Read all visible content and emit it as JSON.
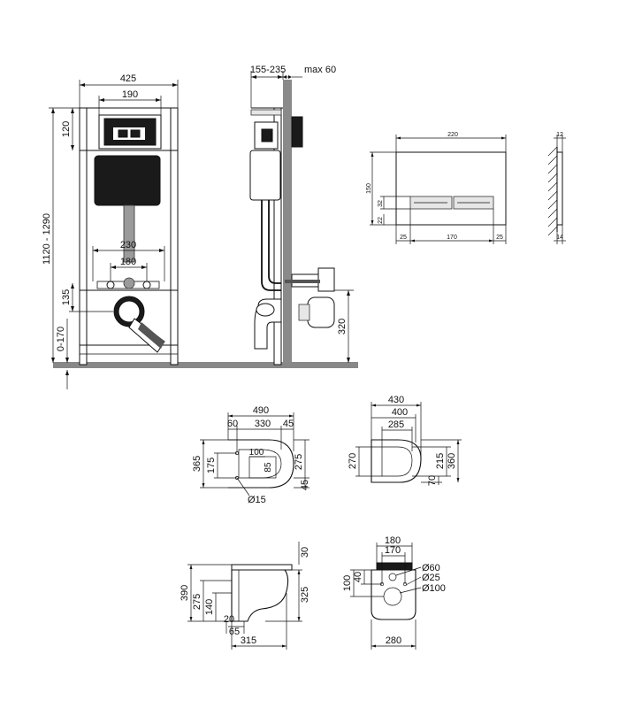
{
  "frame_front": {
    "width": "425",
    "inner": "190",
    "top": "120",
    "height": "1120 - 1290",
    "pipe_spacing": "230",
    "bolt_spacing": "180",
    "bolt_height": "135",
    "foot": "0-170"
  },
  "frame_side": {
    "depth": "155-235",
    "max": "max 60",
    "outlet_height": "320"
  },
  "flush_plate": {
    "width": "220",
    "height": "150",
    "button_h": "32",
    "button_offset": "22",
    "margin_left": "25",
    "button_w": "170",
    "margin_right": "25",
    "depth": "12",
    "depth2": "14"
  },
  "seat_top": {
    "total": "490",
    "a": "60",
    "b": "330",
    "c": "45",
    "height": "365",
    "d": "175",
    "e": "100",
    "f": "85",
    "g": "275",
    "h": "45",
    "hole": "Ø15"
  },
  "seat_lid": {
    "w1": "430",
    "w2": "400",
    "w3": "285",
    "h1": "270",
    "h2": "70",
    "h3": "215",
    "h4": "360"
  },
  "bowl_side": {
    "h_top": "30",
    "h1": "390",
    "h2": "275",
    "h3": "140",
    "h4": "325",
    "d1": "20",
    "d2": "65",
    "length": "315"
  },
  "bowl_back": {
    "w1": "180",
    "w2": "170",
    "h1": "100",
    "h2": "40",
    "d1": "Ø60",
    "d2": "Ø25",
    "d3": "Ø100",
    "width": "280"
  }
}
